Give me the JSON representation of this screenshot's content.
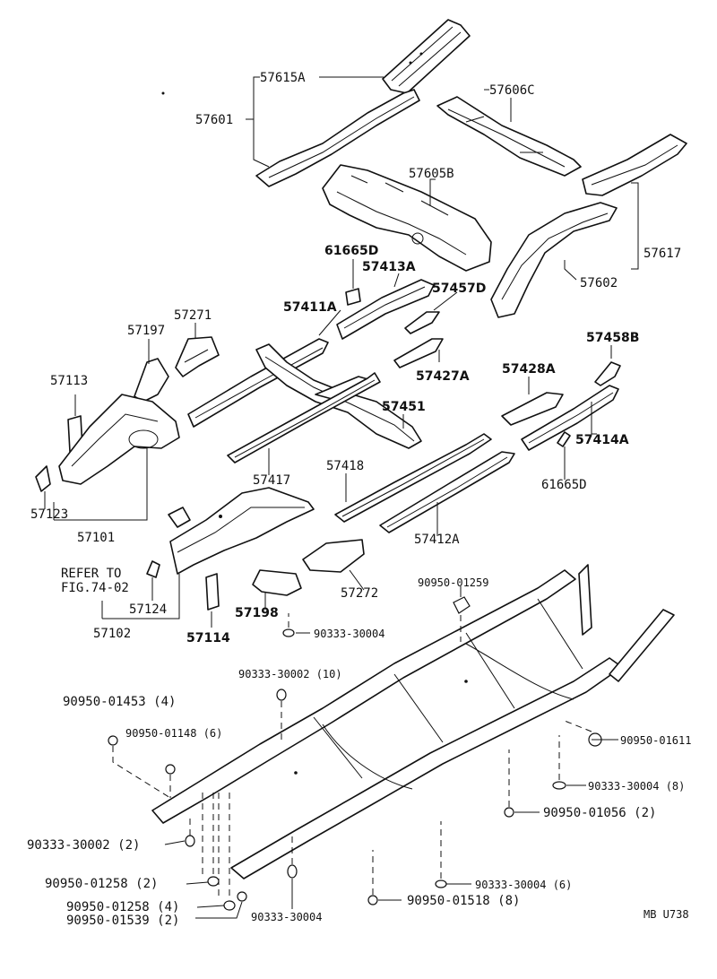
{
  "labels": {
    "p57615A": "57615A",
    "p57601": "57601",
    "p57606C": "57606C",
    "p57605B": "57605B",
    "p57617": "57617",
    "p57602": "57602",
    "p61665D_top": "61665D",
    "p57413A": "57413A",
    "p57457D": "57457D",
    "p57411A": "57411A",
    "p57271": "57271",
    "p57197": "57197",
    "p57458B": "57458B",
    "p57113": "57113",
    "p57427A": "57427A",
    "p57428A": "57428A",
    "p57451": "57451",
    "p57414A": "57414A",
    "p57123": "57123",
    "p57417": "57417",
    "p57418": "57418",
    "p61665D_bot": "61665D",
    "p57101": "57101",
    "p57412A": "57412A",
    "refer_line1": "REFER TO",
    "refer_line2": "FIG.74-02",
    "p57272": "57272",
    "p90950_01259": "90950-01259",
    "p57124": "57124",
    "p57198": "57198",
    "p57102": "57102",
    "p57114": "57114",
    "p90333_30004_a": "90333-30004",
    "p90333_30002_10": "90333-30002 (10)",
    "p90950_01453": "90950-01453 (4)",
    "p90950_01148": "90950-01148 (6)",
    "p90950_01611": "90950-01611",
    "p90333_30004_8": "90333-30004 (8)",
    "p90950_01056": "90950-01056 (2)",
    "p90333_30002_2": "90333-30002 (2)",
    "p90950_01258_2": "90950-01258 (2)",
    "p90333_30004_6": "90333-30004 (6)",
    "p90950_01258_4": "90950-01258 (4)",
    "p90950_01518": "90950-01518 (8)",
    "p90950_01539": "90950-01539 (2)",
    "p90333_30004_b": "90333-30004",
    "code": "MB U738"
  }
}
